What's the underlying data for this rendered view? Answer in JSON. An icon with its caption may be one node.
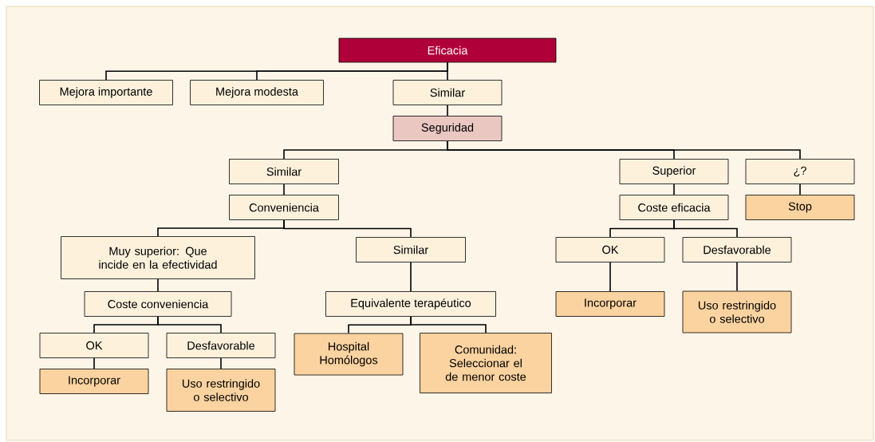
{
  "diagram": {
    "nodes": [
      {
        "text": [
          "Eficacia"
        ]
      },
      {
        "text": [
          "Mejora importante"
        ]
      },
      {
        "text": [
          "Mejora modesta"
        ]
      },
      {
        "text": [
          "Similar"
        ]
      },
      {
        "text": [
          "Seguridad"
        ]
      },
      {
        "text": [
          "Similar"
        ]
      },
      {
        "text": [
          "Superior"
        ]
      },
      {
        "text": [
          "¿?"
        ]
      },
      {
        "text": [
          "Conveniencia"
        ]
      },
      {
        "text": [
          "Coste eficacia"
        ]
      },
      {
        "text": [
          "Stop"
        ]
      },
      {
        "text": [
          "Muy superior: Que incide en la efectividad"
        ]
      },
      {
        "text": [
          "Similar"
        ]
      },
      {
        "text": [
          "OK"
        ]
      },
      {
        "text": [
          "Desfavorable"
        ]
      },
      {
        "text": [
          "Coste conveniencia"
        ]
      },
      {
        "text": [
          "Equivalente terapéutico"
        ]
      },
      {
        "text": [
          "Incorporar"
        ]
      },
      {
        "text": [
          "Uso restringido o selectivo"
        ]
      },
      {
        "text": [
          "OK"
        ]
      },
      {
        "text": [
          "Desfavorable"
        ]
      },
      {
        "text": [
          "Hospital Homólogos"
        ]
      },
      {
        "text": [
          "Comunidad: Seleccionar el de menor coste"
        ]
      },
      {
        "text": [
          "Incorporar"
        ]
      },
      {
        "text": [
          "Uso restringido o selectivo"
        ]
      }
    ],
    "edges": [
      {
        "from": 0,
        "to": 1,
        "arrow": "none"
      },
      {
        "from": 0,
        "to": 2,
        "arrow": "none"
      },
      {
        "from": 0,
        "to": 3,
        "arrow": "none"
      },
      {
        "from": 3,
        "to": 4,
        "arrow": "none"
      },
      {
        "from": 4,
        "to": 5,
        "arrow": "none"
      },
      {
        "from": 4,
        "to": 6,
        "arrow": "none"
      },
      {
        "from": 4,
        "to": 7,
        "arrow": "none"
      },
      {
        "from": 5,
        "to": 8,
        "arrow": "none"
      },
      {
        "from": 6,
        "to": 9,
        "arrow": "none"
      },
      {
        "from": 7,
        "to": 10,
        "arrow": "none"
      },
      {
        "from": 8,
        "to": 11,
        "arrow": "none"
      },
      {
        "from": 8,
        "to": 12,
        "arrow": "none"
      },
      {
        "from": 9,
        "to": 13,
        "arrow": "none"
      },
      {
        "from": 9,
        "to": 14,
        "arrow": "none"
      },
      {
        "from": 11,
        "to": 15,
        "arrow": "none"
      },
      {
        "from": 12,
        "to": 16,
        "arrow": "none"
      },
      {
        "from": 13,
        "to": 17,
        "arrow": "none"
      },
      {
        "from": 14,
        "to": 18,
        "arrow": "none"
      },
      {
        "from": 15,
        "to": 19,
        "arrow": "none"
      },
      {
        "from": 15,
        "to": 20,
        "arrow": "none"
      },
      {
        "from": 16,
        "to": 21,
        "arrow": "none"
      },
      {
        "from": 16,
        "to": 22,
        "arrow": "none"
      },
      {
        "from": 19,
        "to": 23,
        "arrow": "none"
      },
      {
        "from": 20,
        "to": 24,
        "arrow": "none"
      }
    ]
  }
}
